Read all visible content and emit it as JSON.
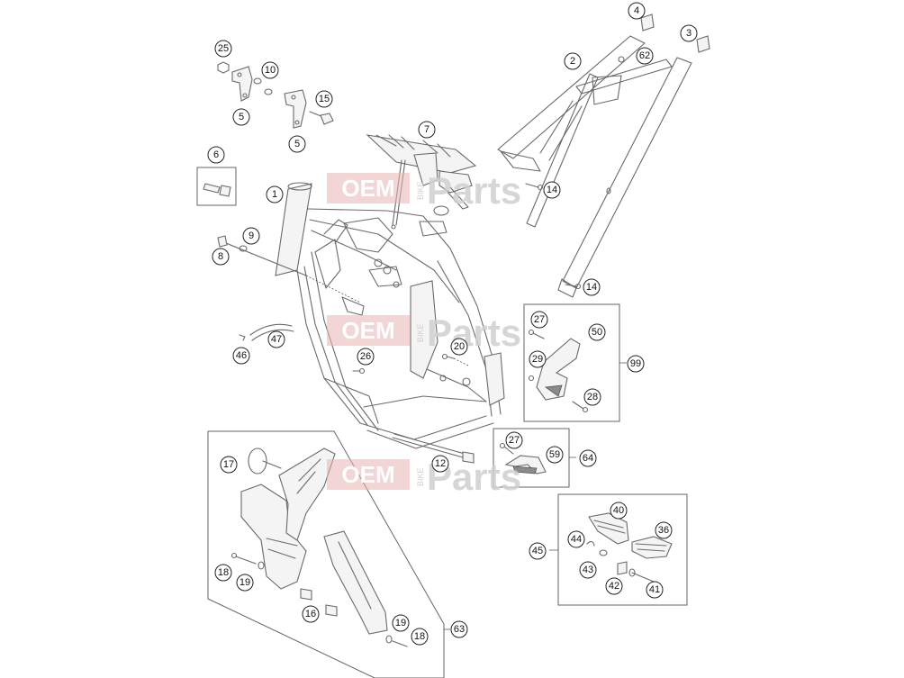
{
  "watermark": {
    "brand_left": "OEM",
    "brand_middle": "BIKE",
    "brand_right": "Parts",
    "color": "#e6b0b0"
  },
  "callouts": {
    "c1": "1",
    "c2": "2",
    "c3": "3",
    "c4": "4",
    "c5a": "5",
    "c5b": "5",
    "c6": "6",
    "c7": "7",
    "c8": "8",
    "c9": "9",
    "c10": "10",
    "c12": "12",
    "c14a": "14",
    "c14b": "14",
    "c15": "15",
    "c16": "16",
    "c17": "17",
    "c18a": "18",
    "c18b": "18",
    "c19a": "19",
    "c19b": "19",
    "c20": "20",
    "c25": "25",
    "c26": "26",
    "c27a": "27",
    "c27b": "27",
    "c28": "28",
    "c29": "29",
    "c36": "36",
    "c40": "40",
    "c41": "41",
    "c42": "42",
    "c43": "43",
    "c44": "44",
    "c45": "45",
    "c46": "46",
    "c47": "47",
    "c50": "50",
    "c59": "59",
    "c62": "62",
    "c63": "63",
    "c64": "64",
    "c99": "99"
  }
}
